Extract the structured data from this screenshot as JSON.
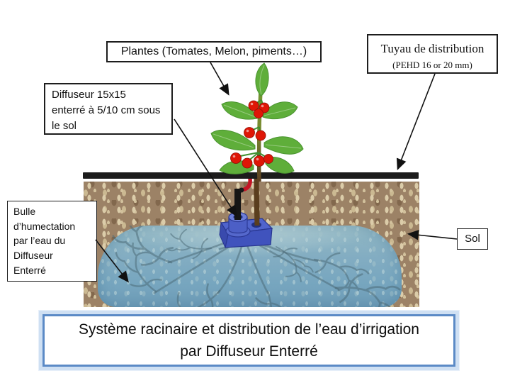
{
  "diagram": {
    "labels": {
      "plants": {
        "text": "Plantes (Tomates, Melon, piments…)"
      },
      "pipe": {
        "line1": "Tuyau de distribution",
        "line2": "(PEHD 16 or 20 mm)"
      },
      "diffuser": {
        "lines": [
          "Diffuseur 15x15",
          "enterré à 5/10 cm sous",
          "le sol"
        ]
      },
      "bubble": {
        "lines": [
          "Bulle",
          "d’humectation",
          "par l’eau du",
          "Diffuseur",
          "Enterré"
        ]
      },
      "soil": {
        "text": "Sol"
      }
    },
    "title": {
      "line1": "Système racinaire et distribution de l’eau d’irrigation",
      "line2": "par Diffuseur Enterré"
    },
    "colors": {
      "soil_brown": "#9c8266",
      "soil_speckle": "#dbcca9",
      "water_blue": "#7fa9c0",
      "root_gray_blue": "#4a6874",
      "diffuser_blue": "#4c5fc6",
      "pipe_black": "#1c1c1c",
      "leaf_green": "#5fae3a",
      "fruit_red": "#df1607",
      "stem_brown": "#5e4022",
      "title_border_blue": "#5b8ac6",
      "title_glow_blue": "#cfe0f3"
    }
  }
}
